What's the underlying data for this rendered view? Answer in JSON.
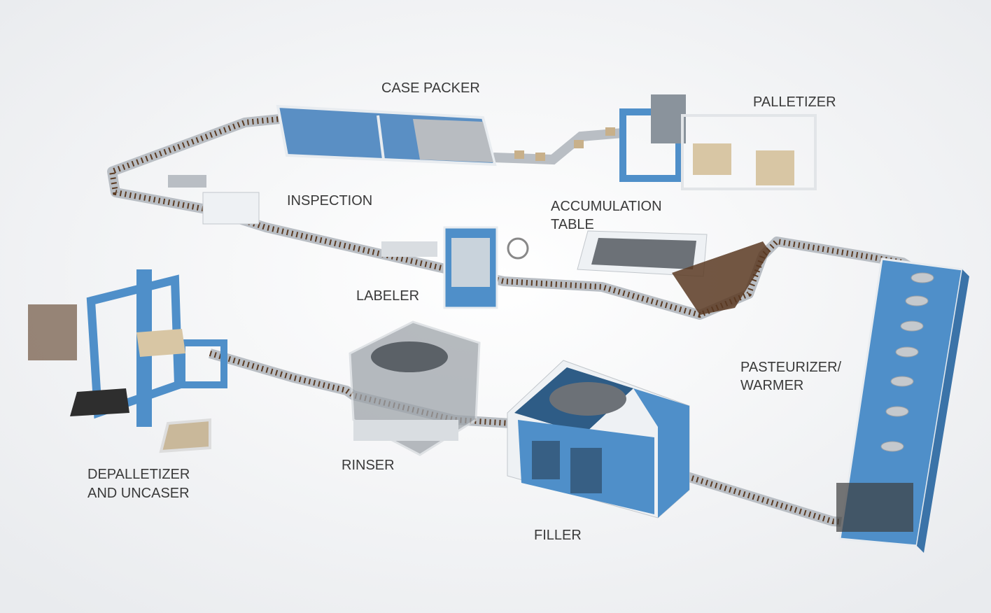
{
  "labels": {
    "case_packer": "CASE PACKER",
    "palletizer": "PALLETIZER",
    "inspection": "INSPECTION",
    "accumulation_line1": "ACCUMULATION",
    "accumulation_line2": "TABLE",
    "labeler": "LABELER",
    "pasteurizer_line1": "PASTEURIZER/",
    "pasteurizer_line2": "WARMER",
    "depalletizer_line1": "DEPALLETIZER",
    "depalletizer_line2": "AND UNCASER",
    "rinser": "RINSER",
    "filler": "FILLER"
  },
  "colors": {
    "machine_blue": "#4f8fc9",
    "panel_white": "#eef1f4",
    "conveyor_gray": "#b9bec4",
    "bottle_brown": "#5a3a22",
    "label_text": "#3a3a3a"
  }
}
